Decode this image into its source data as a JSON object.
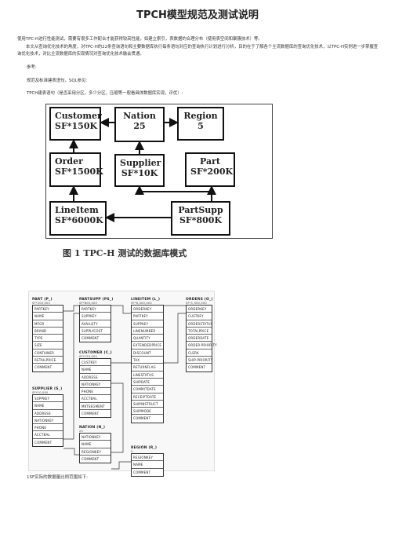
{
  "doc": {
    "title": "TPCH模型规范及测试说明",
    "paragraphs": [
      "使用TPC-H进行性能测试，需要有很多工作配合才能获得较高性能，如建立索引，表数据的合理分布（使用表空间和聚簇技术）等。",
      "本文从查询优化技术的角度，对TPC-H的22条查询语句和主要数据库执行每条语句对应的查询执行计划进行分析，目的在于了解各个主流数据库的查询优化技术，以TPC-H实例进一步掌握查询优化技术，对比主流数据库的实现情况对查询优化技术融会贯通。",
      "参考:",
      "规范及标准建表语句，SQL参见:",
      "TPCH建表语句（是否采用分区，多少分区，压缩等一般看具体数据库实现，评优）:"
    ],
    "tail": "1SF实际的数据量比例范围如下:"
  },
  "figure1": {
    "entities": {
      "customer": {
        "name": "Customer",
        "size": "SF*150K"
      },
      "nation": {
        "name": "Nation",
        "size": "25"
      },
      "region": {
        "name": "Region",
        "size": "5"
      },
      "order": {
        "name": "Order",
        "size": "SF*1500K"
      },
      "supplier": {
        "name": "Supplier",
        "size": "SF*10K"
      },
      "part": {
        "name": "Part",
        "size": "SF*200K"
      },
      "lineitem": {
        "name": "LineItem",
        "size": "SF*6000K"
      },
      "partsupp": {
        "name": "PartSupp",
        "size": "SF*800K"
      }
    },
    "caption": "图 1   TPC-H 测试的数据库模式"
  },
  "figure2": {
    "part": {
      "name": "PART (P_)",
      "sf": "SF*200,000",
      "cols": [
        "PARTKEY",
        "NAME",
        "MFGR",
        "BRAND",
        "TYPE",
        "SIZE",
        "CONTAINER",
        "RETAILPRICE",
        "COMMENT"
      ]
    },
    "partsupp": {
      "name": "PARTSUPP (PS_)",
      "sf": "SF*800,000",
      "cols": [
        "PARTKEY",
        "SUPPKEY",
        "AVAILQTY",
        "SUPPLYCOST",
        "COMMENT"
      ]
    },
    "lineitem": {
      "name": "LINEITEM (L_)",
      "sf": "SF*6,000,000",
      "cols": [
        "ORDERKEY",
        "PARTKEY",
        "SUPPKEY",
        "LINENUMBER",
        "QUANTITY",
        "EXTENDEDPRICE",
        "DISCOUNT",
        "TAX",
        "RETURNFLAG",
        "LINESTATUS",
        "SHIPDATE",
        "COMMITDATE",
        "RECEIPTDATE",
        "SHIPINSTRUCT",
        "SHIPMODE",
        "COMMENT"
      ]
    },
    "orders": {
      "name": "ORDERS (O_)",
      "sf": "SF*1,500,000",
      "cols": [
        "ORDERKEY",
        "CUSTKEY",
        "ORDERSTATUS",
        "TOTALPRICE",
        "ORDERDATE",
        "ORDER-PRIORITY",
        "CLERK",
        "SHIP-PRIORITY",
        "COMMENT"
      ]
    },
    "customer": {
      "name": "CUSTOMER (C_)",
      "sf": "SF*150,000",
      "cols": [
        "CUSTKEY",
        "NAME",
        "ADDRESS",
        "NATIONKEY",
        "PHONE",
        "ACCTBAL",
        "MKTSEGMENT",
        "COMMENT"
      ]
    },
    "supplier": {
      "name": "SUPPLIER (S_)",
      "sf": "SF*10,000",
      "cols": [
        "SUPPKEY",
        "NAME",
        "ADDRESS",
        "NATIONKEY",
        "PHONE",
        "ACCTBAL",
        "COMMENT"
      ]
    },
    "nation": {
      "name": "NATION (N_)",
      "sf": "25",
      "cols": [
        "NATIONKEY",
        "NAME",
        "REGIONKEY",
        "COMMENT"
      ]
    },
    "region": {
      "name": "REGION (R_)",
      "sf": "5",
      "cols": [
        "REGIONKEY",
        "NAME",
        "COMMENT"
      ]
    }
  }
}
